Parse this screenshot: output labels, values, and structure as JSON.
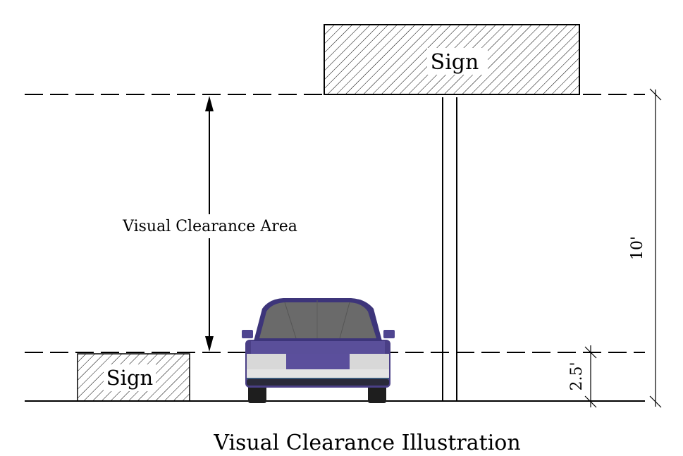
{
  "labels": {
    "top_sign": "Sign",
    "bottom_sign": "Sign",
    "clearance_area": "Visual Clearance Area",
    "height_upper": "10'",
    "height_lower": "2.5'",
    "caption": "Visual Clearance Illustration"
  },
  "colors": {
    "line": "#000000",
    "car_body": "#4a3f86",
    "car_glass": "#6a6a6a",
    "car_bumper": "#d8d8d8"
  }
}
